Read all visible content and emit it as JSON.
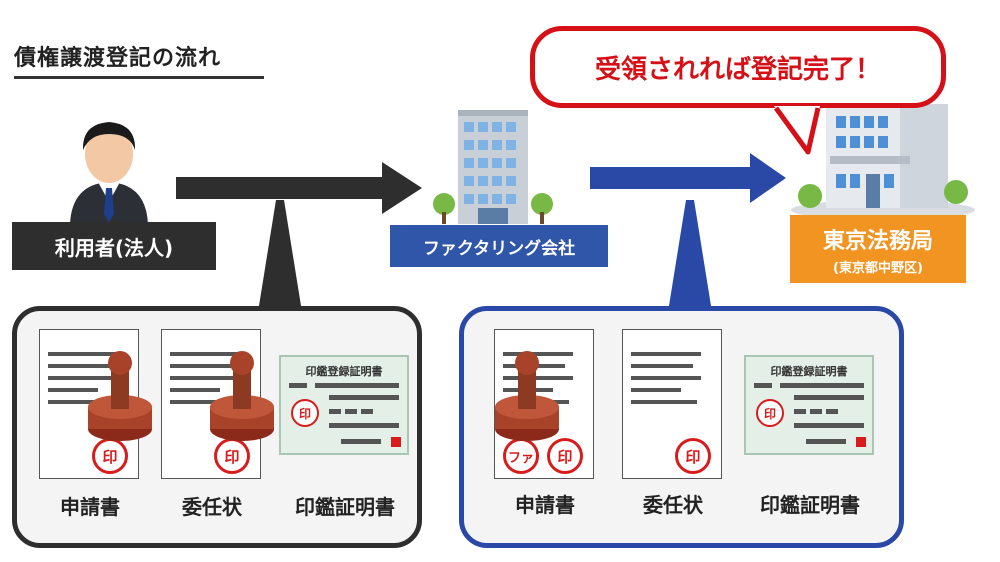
{
  "title": "債権譲渡登記の流れ",
  "bubble_text": "受領されれば登記完了！",
  "nodes": {
    "user": "利用者(法人)",
    "factoring": "ファクタリング会社",
    "bureau_name": "東京法務局",
    "bureau_sub": "(東京都中野区)"
  },
  "left_panel": {
    "docs": [
      "申請書",
      "委任状",
      "印鑑証明書"
    ]
  },
  "right_panel": {
    "docs": [
      "申請書",
      "委任状",
      "印鑑証明書"
    ]
  },
  "cert_title": "印鑑登録証明書",
  "seal_char": "印",
  "seal_fa": "ファ",
  "colors": {
    "dark": "#2e2e2e",
    "blue": "#2f56a8",
    "orange": "#f29422",
    "red": "#d51016"
  }
}
